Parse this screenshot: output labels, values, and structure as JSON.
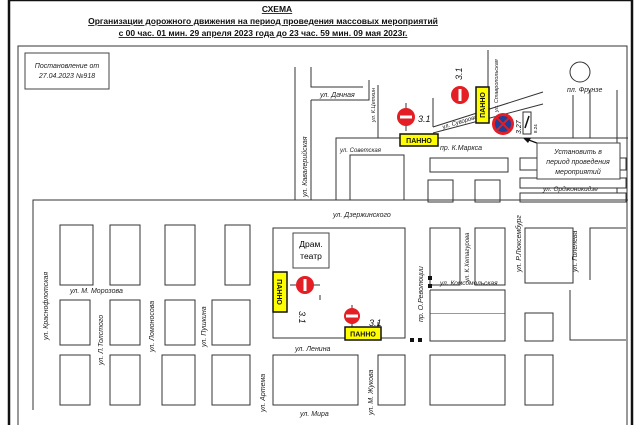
{
  "header": {
    "title": "СХЕМА",
    "subtitle": "Организации дорожного движения на период проведения массовых мероприятий",
    "period": "с 00 час. 01 мин. 29 апреля 2023 года до 23 час. 59 мин. 09 мая 2023г."
  },
  "decree": {
    "line1": "Постановление от",
    "line2": "27.04.2023 №918"
  },
  "streets": {
    "dachnaya": "ул. Дачная",
    "zetkin": "ул. К.Цеткин",
    "stavropolskaya": "ул. Ставропольская",
    "frunze": "пл. Фрунзе",
    "suvorova": "ул. Суворова",
    "kmarksa": "пр. К.Маркса",
    "sovetskaya": "ул. Советская",
    "kavaleriyskaya": "ул. Кавалерийская",
    "ordzhonikidze": "ул. Орджоникидзе",
    "dzerzhinskogo": "ул. Дзержинского",
    "morozova": "ул. М. Морозова",
    "krasnoflotskaya": "ул. Краснофлотская",
    "tolstogo": "ул. Л.Толстого",
    "lomonosova": "ул. Ломоносова",
    "pushkina": "ул. Пушкина",
    "lenina": "ул. Ленина",
    "artema": "ул. Артема",
    "zhukova": "ул. М. Жукова",
    "mira": "ул. Мира",
    "orevolyutsii": "пр. О.Революции",
    "khetagurova": "ул. К.Хетагурова",
    "komsomolskaya": "ул. Комсомольская",
    "lyuksemburg": "ул. Р.Люксембург",
    "goleneva": "ул. Голенева"
  },
  "theater": {
    "line1": "Драм.",
    "line2": "театр"
  },
  "panno_label": "ПАННО",
  "sign_no_entry_code": "3.1",
  "sign_no_stopping_code": "3.27",
  "plate_code": "8.24",
  "callout": {
    "line1": "Установить в",
    "line2": "период проведения",
    "line3": "мероприятий"
  },
  "colors": {
    "sign_red": "#e31e24",
    "panno_yellow": "#ffff00",
    "no_stop_blue": "#1e3f9a"
  }
}
